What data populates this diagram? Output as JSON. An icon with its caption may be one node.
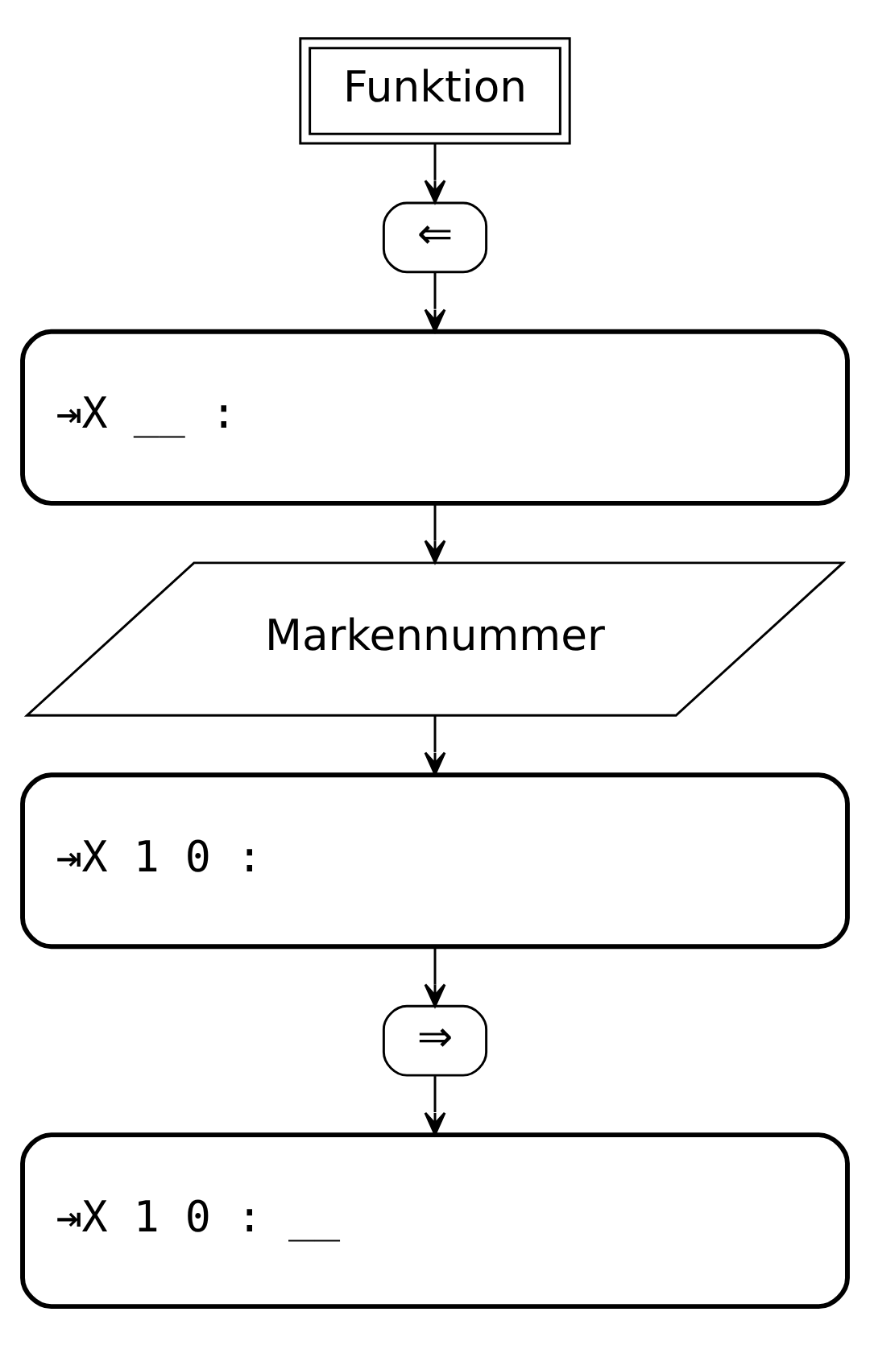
{
  "diagram": {
    "nodes": [
      {
        "text": [
          "Funktion"
        ]
      },
      {
        "text": [
          "⇐"
        ]
      },
      {
        "text": [
          "⇥X __ :"
        ]
      },
      {
        "text": [
          "Markennummer"
        ]
      },
      {
        "text": [
          "⇥X 1 0 :"
        ]
      },
      {
        "text": [
          "⇒"
        ]
      },
      {
        "text": [
          "⇥X 1 0 : __"
        ]
      }
    ],
    "edges": [
      {
        "from": 0,
        "to": 1,
        "arrow": "to"
      },
      {
        "from": 1,
        "to": 2,
        "arrow": "to"
      },
      {
        "from": 2,
        "to": 3,
        "arrow": "to"
      },
      {
        "from": 3,
        "to": 4,
        "arrow": "to"
      },
      {
        "from": 4,
        "to": 5,
        "arrow": "to"
      },
      {
        "from": 5,
        "to": 6,
        "arrow": "to"
      }
    ]
  }
}
